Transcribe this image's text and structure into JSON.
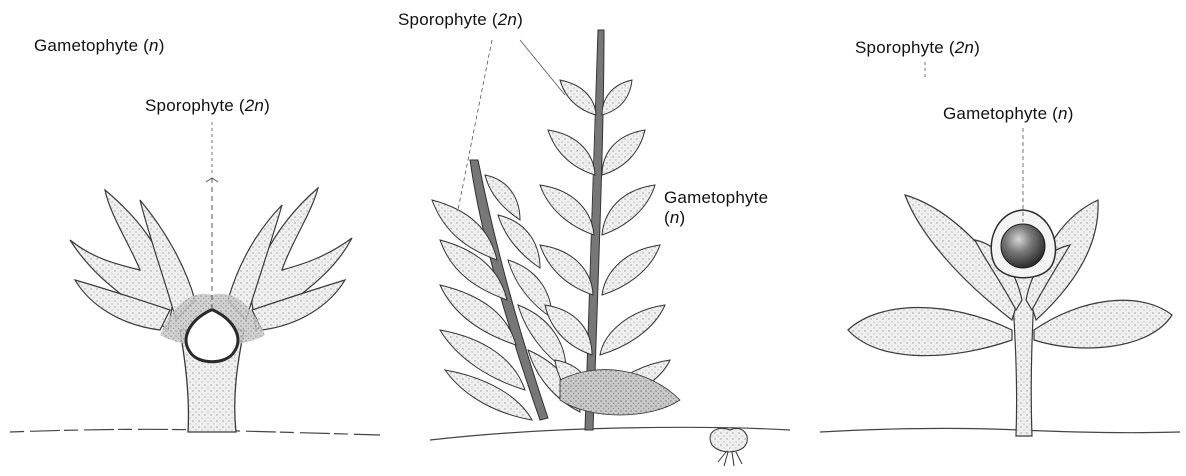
{
  "labels": {
    "left_gametophyte": {
      "text": "Gametophyte (",
      "var": "n",
      "close": ")"
    },
    "left_sporophyte": {
      "text": "Sporophyte (",
      "var": "2n",
      "close": ")"
    },
    "mid_sporophyte": {
      "text": "Sporophyte (",
      "var": "2n",
      "close": ")"
    },
    "mid_gametophyte": {
      "line1": "Gametophyte",
      "line2_open": "(",
      "var": "n",
      "close": ")"
    },
    "right_sporophyte": {
      "text": "Sporophyte (",
      "var": "2n",
      "close": ")"
    },
    "right_gametophyte": {
      "text": "Gametophyte (",
      "var": "n",
      "close": ")"
    }
  },
  "colors": {
    "outline": "#3a3a3a",
    "stipple_fill": "#e4e4e4",
    "shade_fill": "#bdbdbd",
    "leader": "#555555",
    "ovule": "#5a5a5a"
  }
}
